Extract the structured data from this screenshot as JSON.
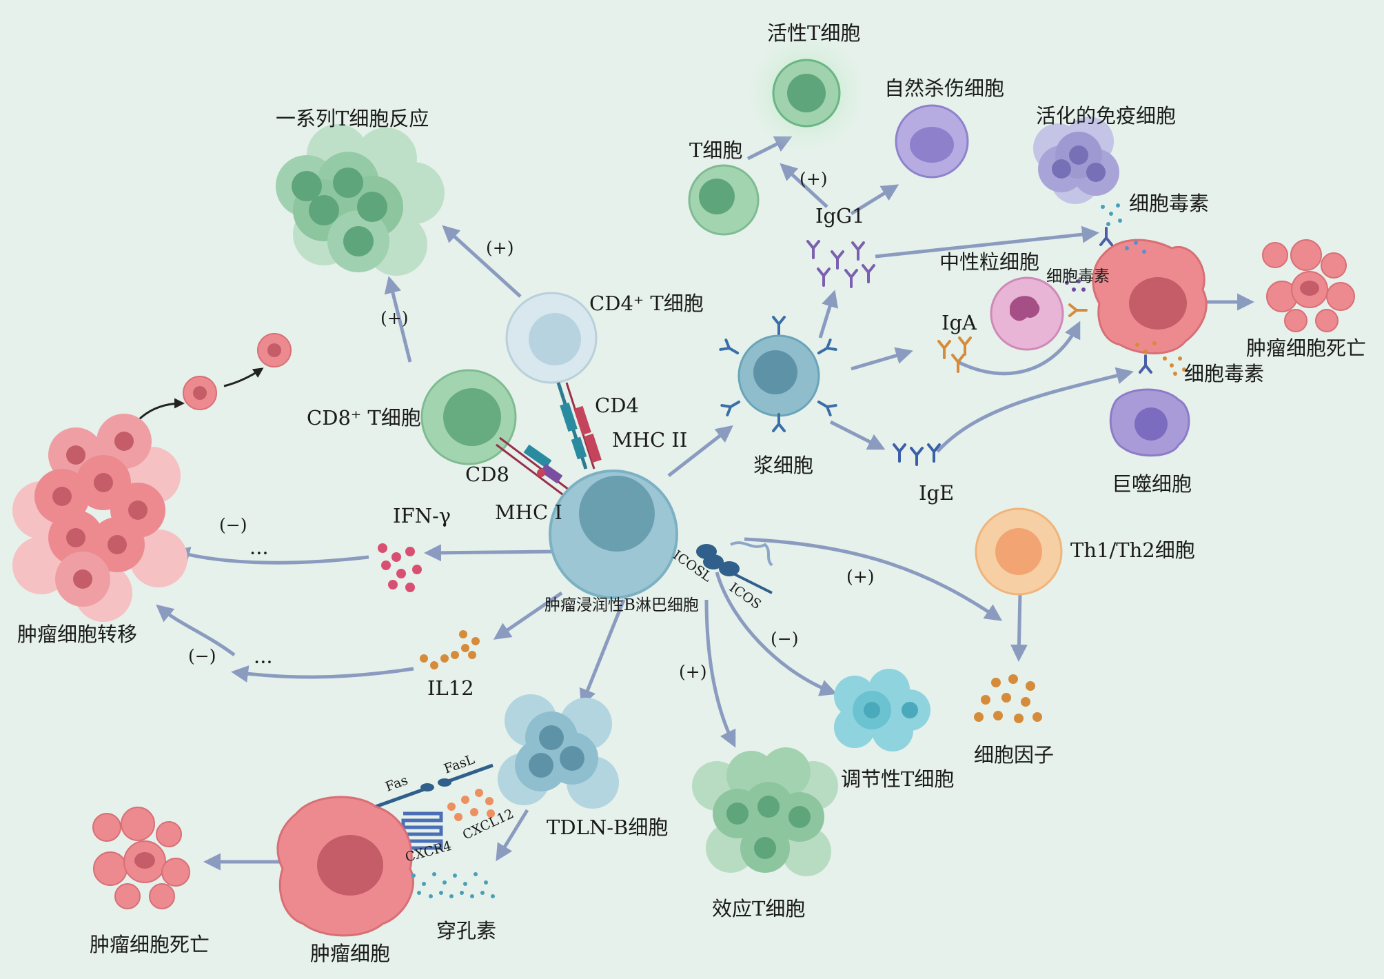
{
  "colors": {
    "background": "#e5f1ea",
    "arrow": "#8b9bc0",
    "green_cell": "#8fcaa2",
    "blue_cell": "#8fbfcf",
    "tumor": "#ec8a8f",
    "purple_cell": "#a99ad8",
    "orange_cell": "#f2a472",
    "antibody": "#4b5ea7",
    "cytokine_orange": "#d68b3a",
    "ifn_pink": "#d94f72"
  },
  "labels": {
    "active_t": "活性T细胞",
    "t_cell": "T细胞",
    "nk": "自然杀伤细胞",
    "activated_immune": "活化的免疫细胞",
    "t_series": "一系列T细胞反应",
    "cd4_t": "CD4⁺ T细胞",
    "cd8_t": "CD8⁺ T细胞",
    "cd4": "CD4",
    "mhc2": "MHC II",
    "cd8": "CD8",
    "mhc1": "MHC I",
    "plasma": "浆细胞",
    "igg1": "IgG1",
    "iga": "IgA",
    "ige": "IgE",
    "neutrophil": "中性粒细胞",
    "cytotoxin_top": "细胞毒素",
    "cytotoxin_neut": "细胞毒素",
    "cytotoxin_mac": "细胞毒素",
    "macrophage": "巨噬细胞",
    "tumor_death_right": "肿瘤细胞死亡",
    "th": "Th1/Th2细胞",
    "cytokine": "细胞因子",
    "til_b": "肿瘤浸润性B淋巴细胞",
    "icosl": "ICOSL",
    "icos": "ICOS",
    "ifn": "IFN-γ",
    "il12": "IL12",
    "dots": "···",
    "metastasis": "肿瘤细胞转移",
    "treg": "调节性T细胞",
    "effector_t": "效应T细胞",
    "tdln": "TDLN-B细胞",
    "fasl": "FasL",
    "fas": "Fas",
    "cxcl12": "CXCL12",
    "cxcr4": "CXCR4",
    "perforin": "穿孔素",
    "tumor_cell": "肿瘤细胞",
    "tumor_death_left": "肿瘤细胞死亡"
  },
  "signs": {
    "plus": "(+)",
    "minus": "(−)"
  }
}
